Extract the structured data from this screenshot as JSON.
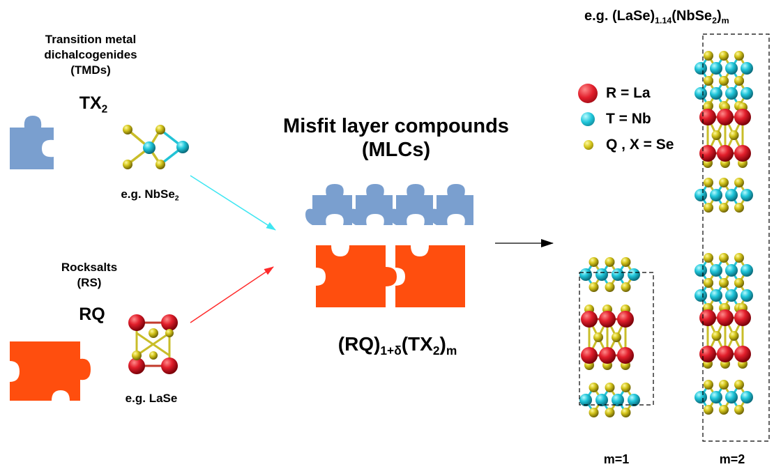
{
  "tmd": {
    "title_line1": "Transition metal",
    "title_line2": "dichalcogenides",
    "title_line3": "(TMDs)",
    "formula_main": "TX",
    "formula_sub": "2",
    "example_prefix": "e.g. NbSe",
    "example_sub": "2"
  },
  "rs": {
    "title_line1": "Rocksalts",
    "title_line2": "(RS)",
    "formula": "RQ",
    "example": "e.g. LaSe"
  },
  "mlc": {
    "title_line1": "Misfit layer compounds",
    "title_line2": "(MLCs)",
    "formula_a": "(RQ)",
    "formula_sub1": "1+δ",
    "formula_b": "(TX",
    "formula_sub2": "2",
    "formula_c": ")",
    "formula_sub3": "m"
  },
  "example_header": {
    "prefix": "e.g. (LaSe)",
    "sub1": "1.14",
    "mid": "(NbSe",
    "sub2": "2",
    "close": ")",
    "sub3": "m"
  },
  "legend": [
    {
      "label": "R = La",
      "color": "#d81f2a",
      "icon": "red-atom"
    },
    {
      "label": "T = Nb",
      "color": "#22c3d6",
      "icon": "cyan-atom"
    },
    {
      "label": "Q , X = Se",
      "color": "#d0c21c",
      "icon": "yellow-atom"
    }
  ],
  "structures": {
    "m1_label": "m=1",
    "m2_label": "m=2"
  },
  "colors": {
    "tmd_piece": "#7a9fcf",
    "rs_piece": "#ff4e0e",
    "la_atom": "#d81f2a",
    "nb_atom": "#22c3d6",
    "se_atom": "#d0c21c",
    "cyan_arrow": "#3fe6f2",
    "red_arrow": "#ff2a2a",
    "black_arrow": "#000000"
  }
}
